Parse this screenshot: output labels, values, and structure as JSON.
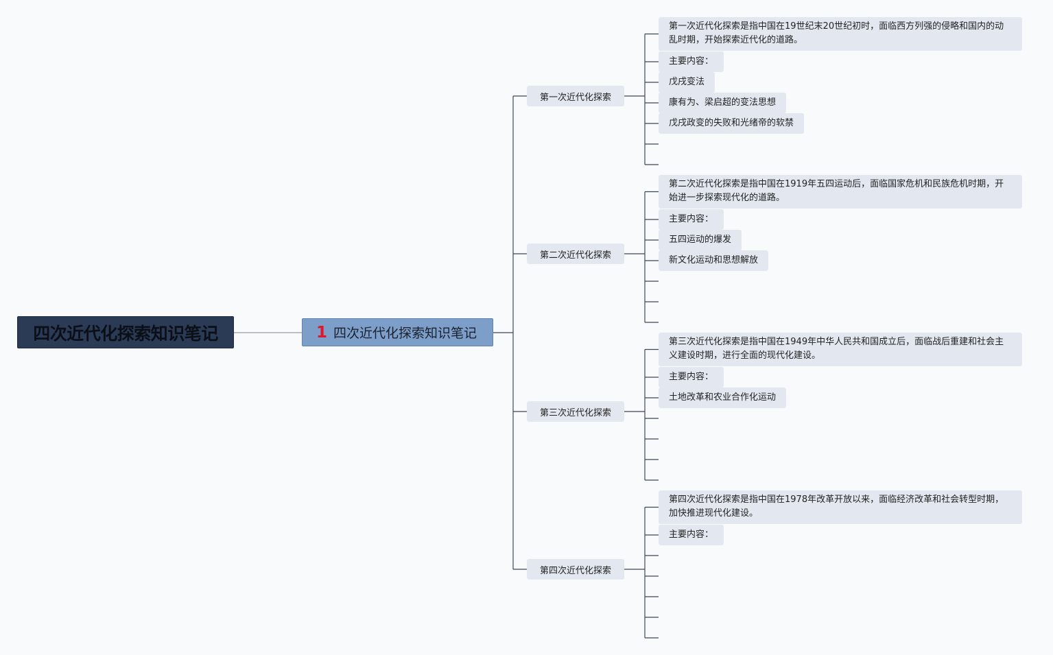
{
  "root": {
    "label": "四次近代化探索知识笔记"
  },
  "center": {
    "number": "1",
    "label": "四次近代化探索知识笔记"
  },
  "branches": [
    {
      "label": "第一次近代化探索",
      "items": [
        "第一次近代化探索是指中国在19世纪末20世纪初时，面临西方列强的侵略和国内的动乱时期，开始探索近代化的道路。",
        "主要内容：",
        "戊戌变法",
        "康有为、梁启超的变法思想",
        "戊戌政变的失败和光绪帝的软禁"
      ]
    },
    {
      "label": "第二次近代化探索",
      "items": [
        "第二次近代化探索是指中国在1919年五四运动后，面临国家危机和民族危机时期，开始进一步探索现代化的道路。",
        "主要内容：",
        "五四运动的爆发",
        "新文化运动和思想解放"
      ]
    },
    {
      "label": "第三次近代化探索",
      "items": [
        "第三次近代化探索是指中国在1949年中华人民共和国成立后，面临战后重建和社会主义建设时期，进行全面的现代化建设。",
        "主要内容：",
        "土地改革和农业合作化运动"
      ]
    },
    {
      "label": "第四次近代化探索",
      "items": [
        "第四次近代化探索是指中国在1978年改革开放以来，面临经济改革和社会转型时期，加快推进现代化建设。",
        "主要内容："
      ]
    }
  ],
  "colors": {
    "line": "#3b4658",
    "node_fill": "#e3e8f0",
    "root_fill": "#2b3a55",
    "center_fill": "#7d9ec8",
    "accent": "#e0162b"
  }
}
